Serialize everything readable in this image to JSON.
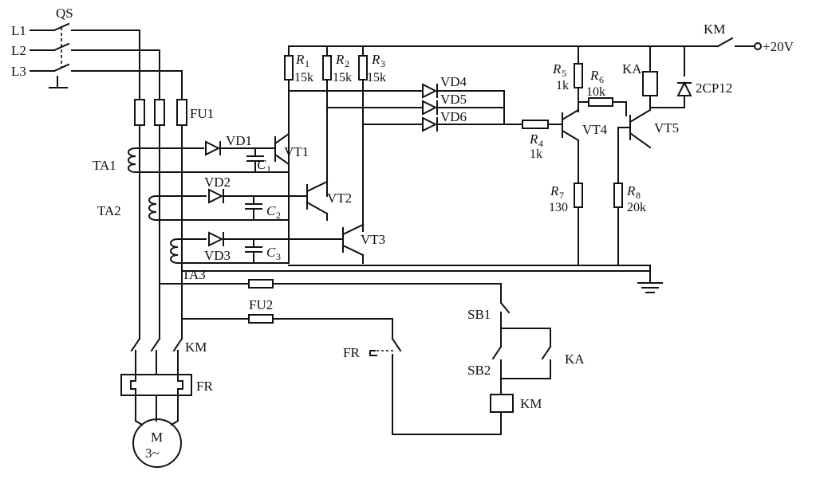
{
  "lines": {
    "l1": "L1",
    "l2": "L2",
    "l3": "L3"
  },
  "qs": "QS",
  "km_top": "KM",
  "supply": "+20V",
  "fu1": "FU1",
  "fu2": "FU2",
  "ta1": "TA1",
  "ta2": "TA2",
  "ta3": "TA3",
  "vd1": "VD1",
  "vd2": "VD2",
  "vd3": "VD3",
  "vd4": "VD4",
  "vd5": "VD5",
  "vd6": "VD6",
  "c1": "C",
  "c1_sub": "1",
  "c2": "C",
  "c2_sub": "2",
  "c3": "C",
  "c3_sub": "3",
  "vt1": "VT1",
  "vt2": "VT2",
  "vt3": "VT3",
  "vt4": "VT4",
  "vt5": "VT5",
  "r1": "R",
  "r1_sub": "1",
  "r1_val": "15k",
  "r2": "R",
  "r2_sub": "2",
  "r2_val": "15k",
  "r3": "R",
  "r3_sub": "3",
  "r3_val": "15k",
  "r4": "R",
  "r4_sub": "4",
  "r4_val": "1k",
  "r5": "R",
  "r5_sub": "5",
  "r5_val": "1k",
  "r6": "R",
  "r6_sub": "6",
  "r6_val": "10k",
  "r7": "R",
  "r7_sub": "7",
  "r7_val": "130",
  "r8": "R",
  "r8_sub": "8",
  "r8_val": "20k",
  "ka_relay": "KA",
  "zener": "2CP12",
  "sb1": "SB1",
  "sb2": "SB2",
  "ka_contact": "KA",
  "km_coil": "KM",
  "km_main": "KM",
  "fr_relay": "FR",
  "fr_contact": "FR",
  "motor_m": "M",
  "motor_phase": "3~"
}
